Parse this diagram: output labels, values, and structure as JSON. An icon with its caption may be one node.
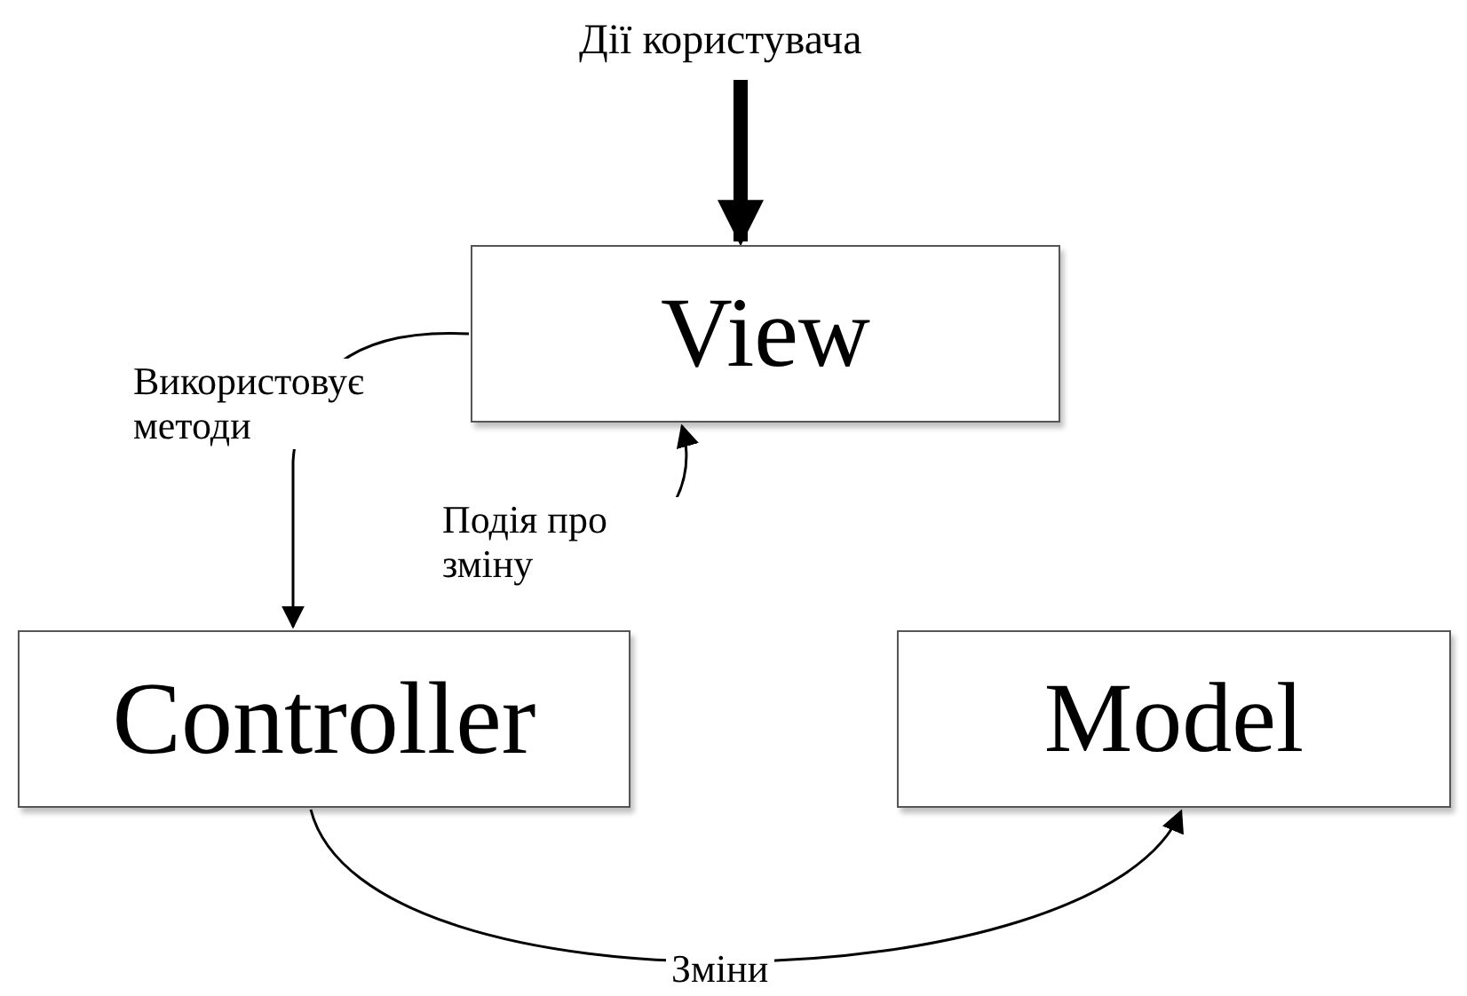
{
  "diagram": {
    "nodes": [
      {
        "text": [
          "Дії користувача"
        ]
      },
      {
        "text": [
          "View"
        ]
      },
      {
        "text": [
          "Controller"
        ]
      },
      {
        "text": [
          "Model"
        ]
      }
    ],
    "edges": [
      {
        "from": 0,
        "to": 1,
        "arrow": "to",
        "style": "thick"
      },
      {
        "from": 1,
        "to": 2,
        "arrow": "to",
        "label": "Використовує методи"
      },
      {
        "from": null,
        "to": 1,
        "arrow": "to",
        "label": "Подія про зміну"
      },
      {
        "from": 2,
        "to": 3,
        "arrow": "to",
        "label": "Зміни"
      }
    ]
  }
}
